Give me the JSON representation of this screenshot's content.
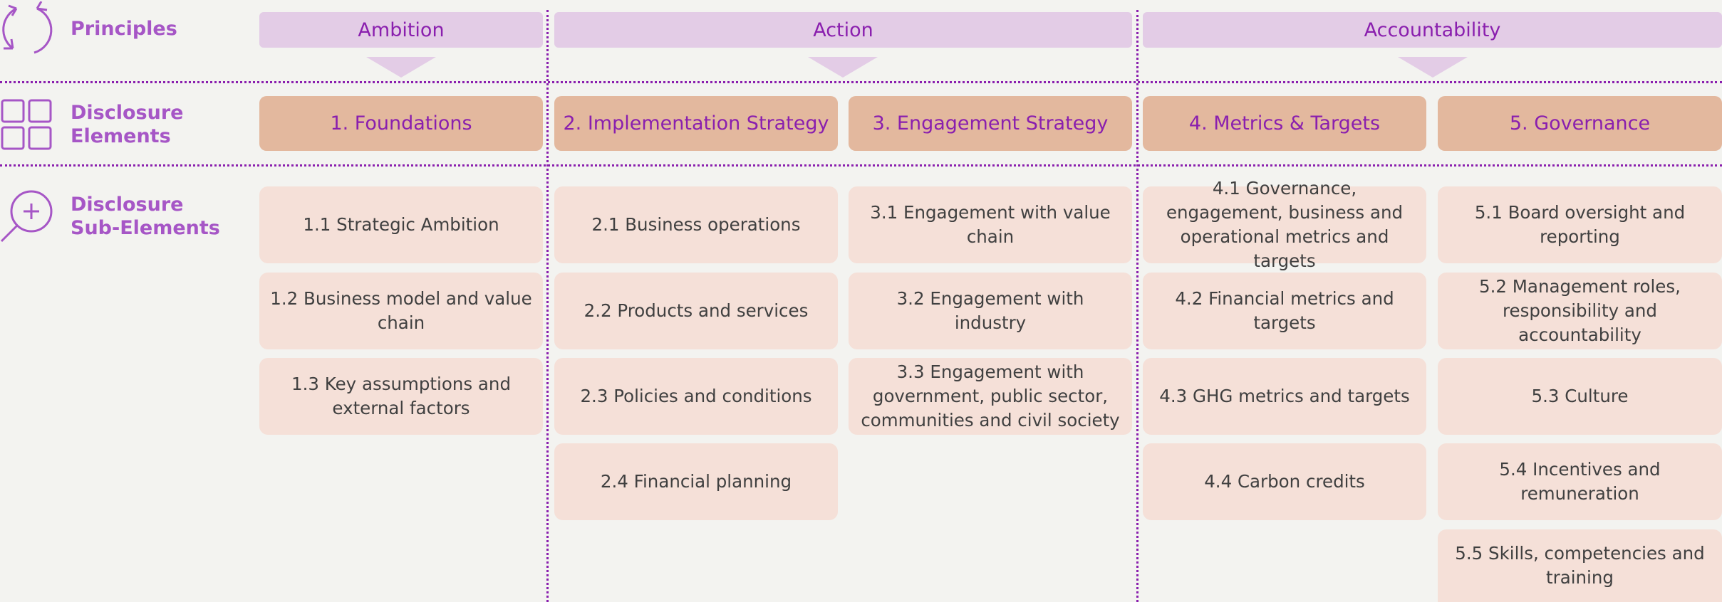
{
  "rows": {
    "principles_label": "Principles",
    "elements_label_line1": "Disclosure",
    "elements_label_line2": "Elements",
    "subelements_label_line1": "Disclosure",
    "subelements_label_line2": "Sub-Elements"
  },
  "principles": [
    "Ambition",
    "Action",
    "Accountability"
  ],
  "elements": [
    {
      "title": "1. Foundations",
      "subs": [
        "1.1 Strategic Ambition",
        "1.2 Business model and value chain",
        "1.3 Key assumptions and external factors"
      ]
    },
    {
      "title": "2. Implementation Strategy",
      "subs": [
        "2.1 Business operations",
        "2.2 Products and services",
        "2.3 Policies and conditions",
        "2.4 Financial planning"
      ]
    },
    {
      "title": "3. Engagement Strategy",
      "subs": [
        "3.1 Engagement with value chain",
        "3.2 Engagement with industry",
        "3.3 Engagement with government, public sector, communities and civil society"
      ]
    },
    {
      "title": "4. Metrics & Targets",
      "subs": [
        "4.1 Governance, engagement, business and operational metrics and targets",
        "4.2 Financial metrics and targets",
        "4.3 GHG metrics and targets",
        "4.4 Carbon credits"
      ]
    },
    {
      "title": "5. Governance",
      "subs": [
        "5.1 Board oversight and reporting",
        "5.2 Management roles, responsibility and accountability",
        "5.3 Culture",
        "5.4 Incentives and remuneration",
        "5.5 Skills, competencies and training"
      ]
    }
  ],
  "icons": {
    "principles": "cycle-arrows-icon",
    "elements": "grid-squares-icon",
    "subelements": "magnify-plus-icon"
  },
  "colors": {
    "accent": "#8a1fae",
    "label": "#a656c6",
    "principle_fill": "#e3cce6",
    "element_fill": "#e3b89e",
    "sub_fill": "#f5e0d8"
  }
}
